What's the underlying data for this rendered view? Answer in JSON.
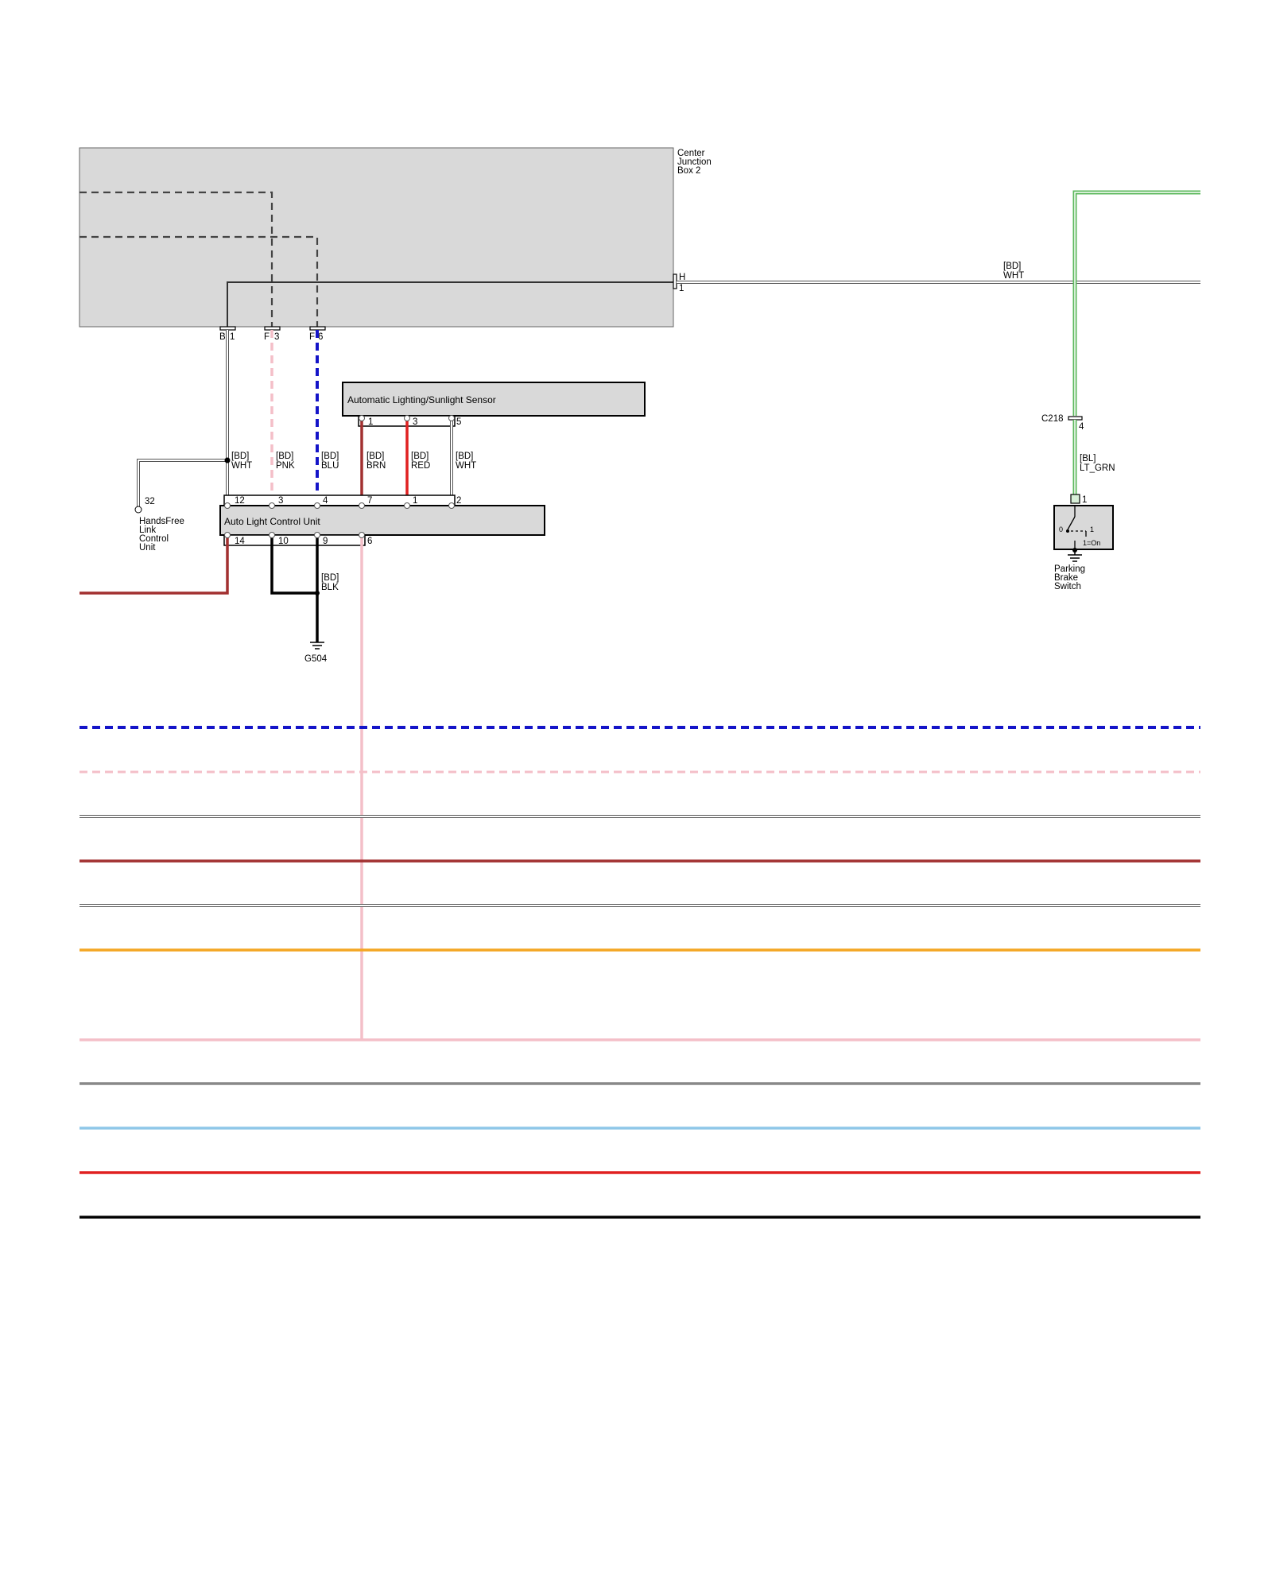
{
  "components": {
    "center_junction_box": {
      "label_lines": [
        "Center",
        "Junction",
        "Box 2"
      ]
    },
    "auto_light_sensor": {
      "label": "Automatic Lighting/Sunlight Sensor"
    },
    "auto_light_control_unit": {
      "label": "Auto Light Control Unit"
    },
    "handsfree_unit": {
      "label_lines": [
        "HandsFree",
        "Link",
        "Control",
        "Unit"
      ]
    },
    "parking_brake_switch": {
      "label_lines": [
        "Parking",
        "Brake",
        "Switch"
      ],
      "pos_0": "0",
      "pos_1": "1",
      "pos_on": "1=On"
    },
    "ground": {
      "label": "G504"
    },
    "connector_c218": {
      "label": "C218"
    }
  },
  "pins": {
    "jb_b": "B",
    "jb_b_num": "1",
    "jb_f1": "F",
    "jb_f1_num": "3",
    "jb_f2": "F",
    "jb_f2_num": "6",
    "jb_h": "H",
    "jb_h_num": "1",
    "sensor": [
      "1",
      "3",
      "5"
    ],
    "unit_top": [
      "12",
      "3",
      "4",
      "7",
      "1",
      "2"
    ],
    "unit_bottom": [
      "14",
      "10",
      "9",
      "6"
    ],
    "handsfree": "32",
    "c218": "4",
    "switch": "1"
  },
  "wires": {
    "jb_h_out": [
      "[BD]",
      "WHT"
    ],
    "w_wht": [
      "[BD]",
      "WHT"
    ],
    "w_pnk": [
      "[BD]",
      "PNK"
    ],
    "w_blu": [
      "[BD]",
      "BLU"
    ],
    "w_brn": [
      "[BD]",
      "BRN"
    ],
    "w_red": [
      "[BD]",
      "RED"
    ],
    "w_wht2": [
      "[BD]",
      "WHT"
    ],
    "w_blk": [
      "[BD]",
      "BLK"
    ],
    "w_ltgrn": [
      "[BL]",
      "LT_GRN"
    ]
  },
  "colors": {
    "blue": "#1414c8",
    "pink": "#f4bfc8",
    "brown": "#a23030",
    "red": "#e02020",
    "orange": "#f4a623",
    "gray": "#888888",
    "light_blue": "#8fc7e8",
    "black": "#000000",
    "green": "#5cb85c",
    "box_fill": "#d9d9d9"
  }
}
